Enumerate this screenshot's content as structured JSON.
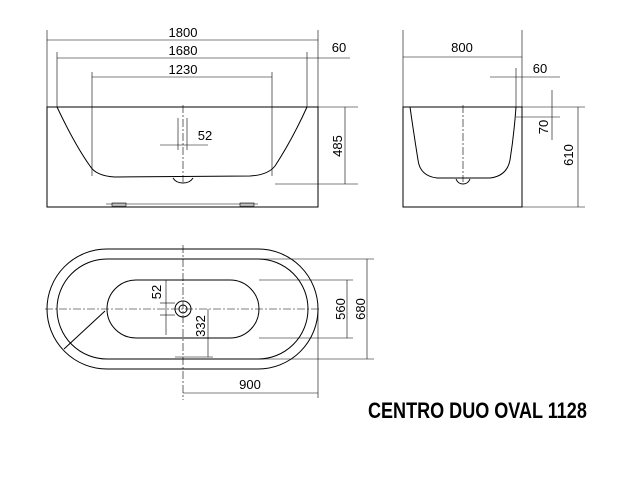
{
  "title": "CENTRO DUO OVAL 1128",
  "front_view": {
    "length_outer": "1800",
    "length_rim": "1680",
    "length_inner": "1230",
    "rim_width": "60",
    "depth": "485",
    "drain_size": "52"
  },
  "side_view": {
    "width": "800",
    "rim_width": "60",
    "rim_height": "70",
    "height": "610"
  },
  "top_view": {
    "drain_offset": "52",
    "drain_to_edge": "332",
    "inner_width": "560",
    "outer_width": "680",
    "half_length": "900"
  }
}
